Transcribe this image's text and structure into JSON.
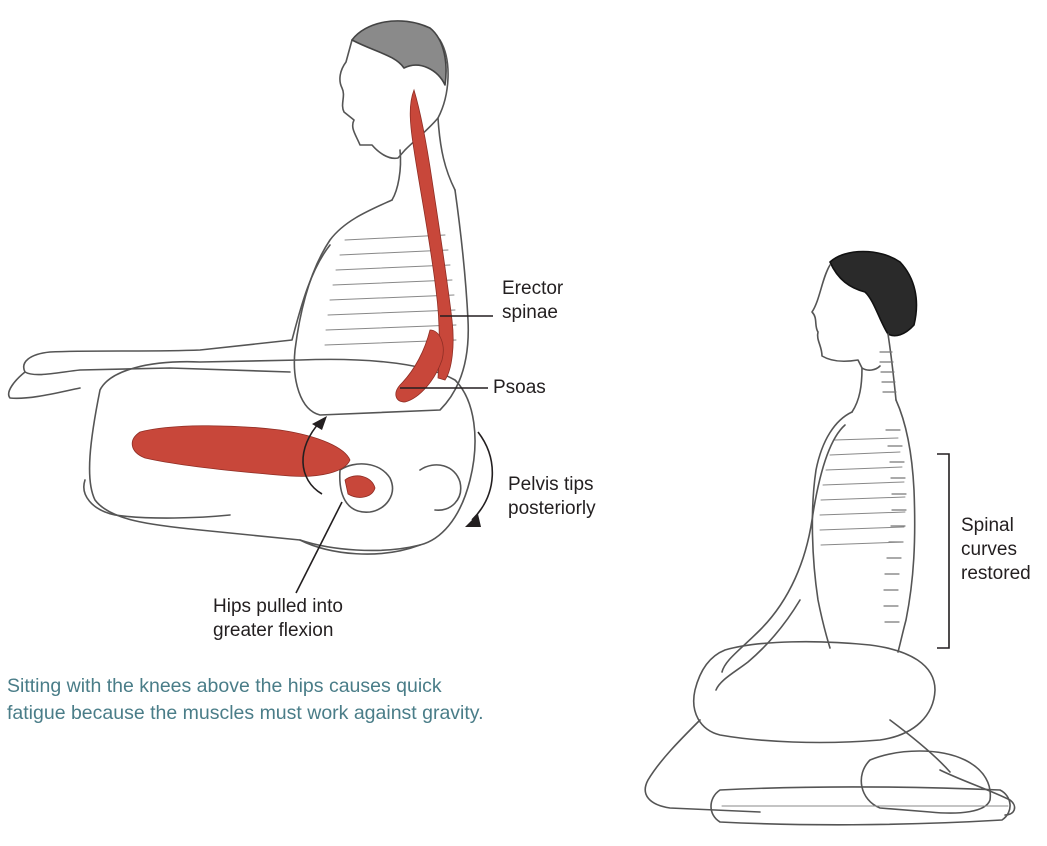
{
  "figure_1": {
    "labels": {
      "erector_spinae": "Erector\nspinae",
      "psoas": "Psoas",
      "pelvis": "Pelvis tips\nposteriorly",
      "hips": "Hips pulled into\ngreater flexion"
    },
    "caption": "Sitting with the knees above the hips causes quick\nfatigue because the muscles must work against gravity."
  },
  "figure_2": {
    "labels": {
      "spinal_curves": "Spinal\ncurves\nrestored"
    }
  },
  "colors": {
    "muscle": "#c8473a",
    "caption": "#4a7d88",
    "line": "#231f20",
    "sketch": "#555555"
  }
}
